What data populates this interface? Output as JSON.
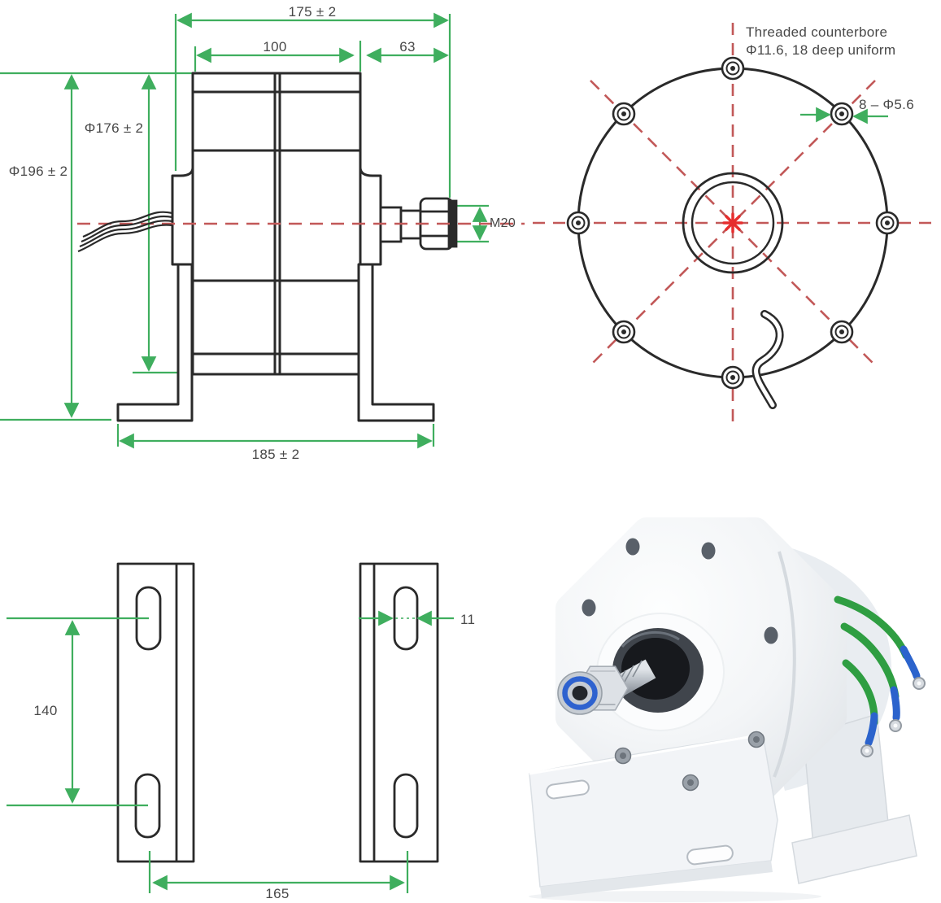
{
  "colors": {
    "dimension_green": "#3fae5e",
    "centerline_red": "#c25858",
    "center_mark_red": "#e62e2e",
    "line_black": "#2a2a2a",
    "label_gray": "#484848",
    "wire_green": "#2f9e42",
    "wire_blue": "#2b63cc"
  },
  "side_view": {
    "labels": {
      "overall_length": "175 ± 2",
      "body_length": "100",
      "shaft_length": "63",
      "stator_diameter": "Φ176 ± 2",
      "outer_diameter": "Φ196 ± 2",
      "shaft_thread": "M20",
      "base_length": "185 ± 2"
    }
  },
  "front_view": {
    "labels": {
      "note_line1": "Threaded counterbore",
      "note_line2": "Φ11.6, 18 deep uniform",
      "bolt_holes": "8 – Φ5.6"
    }
  },
  "bracket_view": {
    "labels": {
      "hole_spacing": "140",
      "slot_width": "11",
      "slot_span": "165"
    }
  }
}
